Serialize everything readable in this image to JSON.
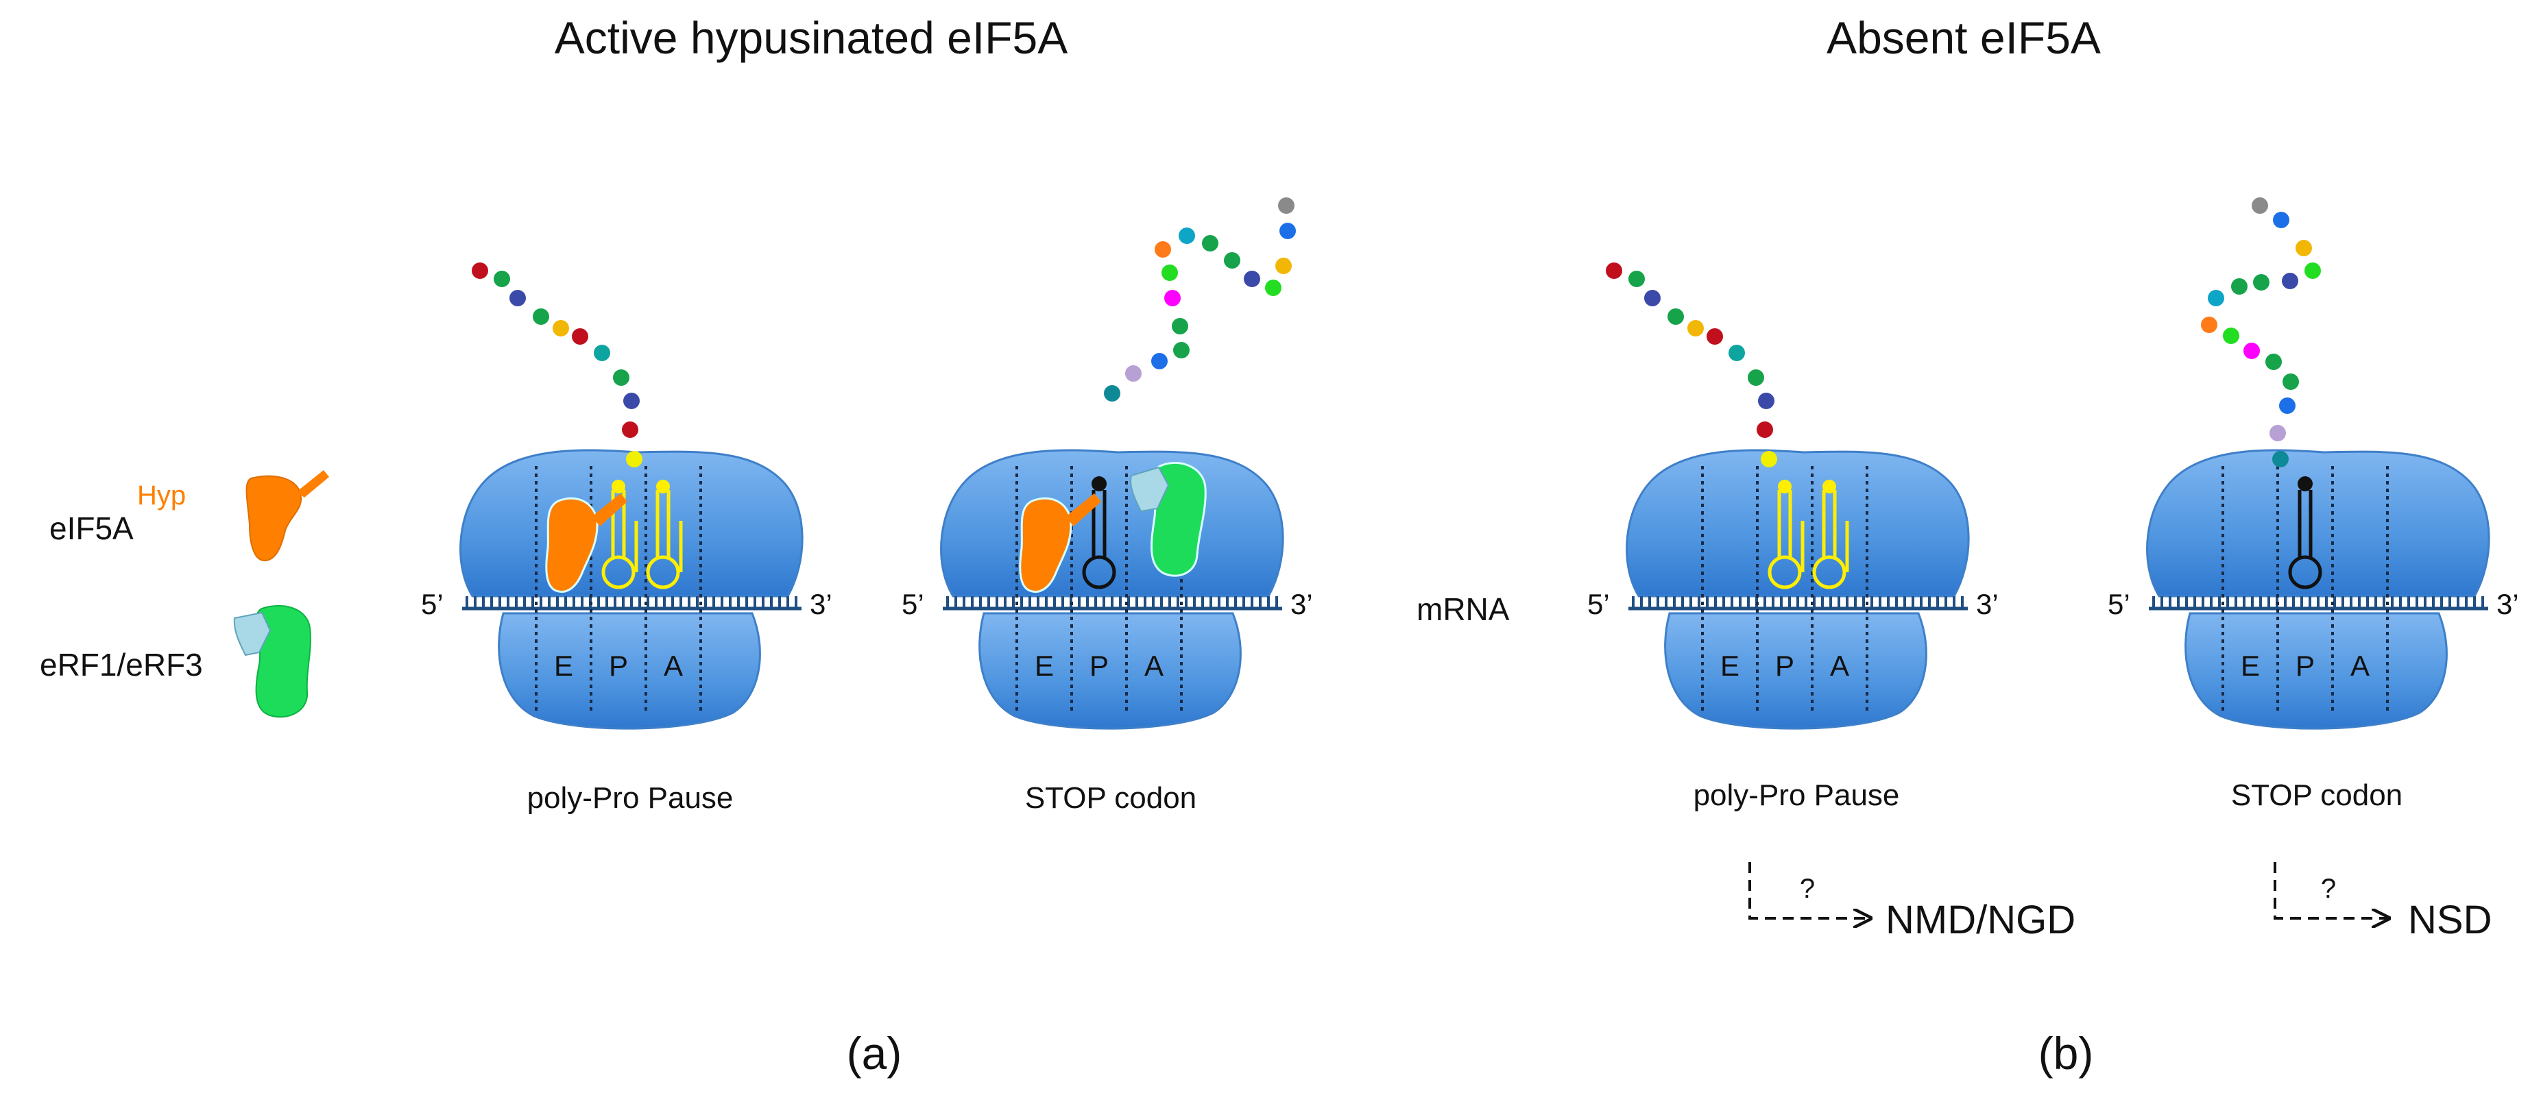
{
  "titles": {
    "left": "Active hypusinated eIF5A",
    "right": "Absent eIF5A"
  },
  "legend": {
    "eif5a": "eIF5A",
    "hyp": "Hyp",
    "erf": "eRF1/eRF3"
  },
  "labels": {
    "mrna": "mRNA",
    "five_prime": "5’",
    "three_prime": "3’",
    "site_e": "E",
    "site_p": "P",
    "site_a": "A"
  },
  "panels": {
    "a1": "poly-Pro Pause",
    "a2": "STOP codon",
    "b1": "poly-Pro Pause",
    "b2": "STOP codon"
  },
  "outcomes": {
    "question": "?",
    "b1": "NMD/NGD",
    "b2": "NSD"
  },
  "panel_tags": {
    "a": "(a)",
    "b": "(b)"
  },
  "colors": {
    "ribosome": "#4f95e0",
    "mrna": "#1f4f82",
    "eif5a": "#ff8000",
    "erf1": "#a9d8e6",
    "erf3": "#1ddc5a",
    "trna_polypro": "#ffee00",
    "trna_stop": "#111111"
  }
}
